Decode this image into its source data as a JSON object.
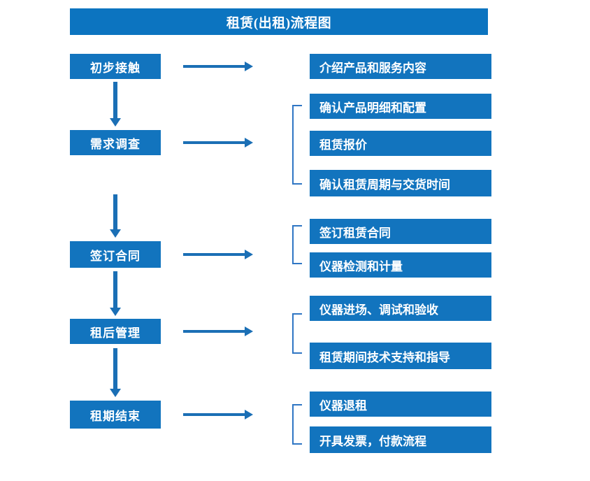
{
  "diagram": {
    "title": "租赁(出租)流程图",
    "colors": {
      "title_bar": "#0c74c0",
      "box": "#1274be",
      "arrow": "#1b6fb5",
      "bracket": "#2f76c4",
      "text": "#ffffff",
      "background": "#ffffff"
    },
    "stages": [
      {
        "label": "初步接触"
      },
      {
        "label": "需求调查"
      },
      {
        "label": "签订合同"
      },
      {
        "label": "租后管理"
      },
      {
        "label": "租期结束"
      }
    ],
    "groups": [
      {
        "stage": "初步接触",
        "bracket": false,
        "tasks": [
          {
            "label": "介绍产品和服务内容"
          }
        ]
      },
      {
        "stage": "需求调查",
        "bracket": true,
        "tasks": [
          {
            "label": "确认产品明细和配置"
          },
          {
            "label": "租赁报价"
          },
          {
            "label": "确认租赁周期与交货时间"
          }
        ]
      },
      {
        "stage": "签订合同",
        "bracket": true,
        "tasks": [
          {
            "label": "签订租赁合同"
          },
          {
            "label": "仪器检测和计量"
          }
        ]
      },
      {
        "stage": "租后管理",
        "bracket": true,
        "tasks": [
          {
            "label": "仪器进场、调试和验收"
          },
          {
            "label": "租赁期间技术支持和指导"
          }
        ]
      },
      {
        "stage": "租期结束",
        "bracket": true,
        "tasks": [
          {
            "label": "仪器退租"
          },
          {
            "label": "开具发票，付款流程"
          }
        ]
      }
    ],
    "connectors": {
      "horizontal_arrow_count": 5,
      "vertical_arrow_count": 4
    }
  }
}
